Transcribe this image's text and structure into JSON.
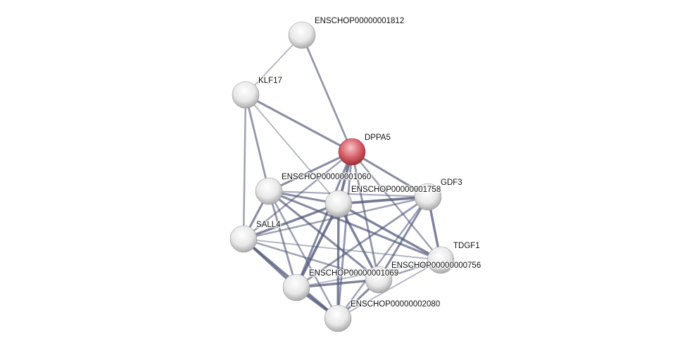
{
  "network": {
    "nodes": [
      {
        "id": "ENSCHOP00000001812",
        "label": "ENSCHOP00000001812",
        "query": false
      },
      {
        "id": "KLF17",
        "label": "KLF17",
        "query": false
      },
      {
        "id": "DPPA5",
        "label": "DPPA5",
        "query": true
      },
      {
        "id": "ENSCHOP00000001060",
        "label": "ENSCHOP00000001060",
        "query": false
      },
      {
        "id": "ENSCHOP00000001758",
        "label": "ENSCHOP00000001758",
        "query": false
      },
      {
        "id": "GDF3",
        "label": "GDF3",
        "query": false
      },
      {
        "id": "SALL4",
        "label": "SALL4",
        "query": false
      },
      {
        "id": "TDGF1",
        "label": "TDGF1",
        "query": false
      },
      {
        "id": "ENSCHOP00000000756",
        "label": "ENSCHOP00000000756",
        "query": false
      },
      {
        "id": "ENSCHOP00000001069",
        "label": "ENSCHOP00000001069",
        "query": false
      },
      {
        "id": "ENSCHOP00000002080",
        "label": "ENSCHOP00000002080",
        "query": false
      }
    ],
    "edges": [
      [
        "ENSCHOP00000001812",
        "KLF17",
        0.3
      ],
      [
        "ENSCHOP00000001812",
        "DPPA5",
        0.6
      ],
      [
        "KLF17",
        "DPPA5",
        0.7
      ],
      [
        "KLF17",
        "ENSCHOP00000001060",
        0.6
      ],
      [
        "KLF17",
        "SALL4",
        0.5
      ],
      [
        "KLF17",
        "ENSCHOP00000001758",
        0.3
      ],
      [
        "DPPA5",
        "ENSCHOP00000001060",
        0.7
      ],
      [
        "DPPA5",
        "ENSCHOP00000001758",
        0.9
      ],
      [
        "DPPA5",
        "GDF3",
        0.7
      ],
      [
        "DPPA5",
        "SALL4",
        0.5
      ],
      [
        "DPPA5",
        "TDGF1",
        0.5
      ],
      [
        "DPPA5",
        "ENSCHOP00000000756",
        0.6
      ],
      [
        "DPPA5",
        "ENSCHOP00000001069",
        0.7
      ],
      [
        "DPPA5",
        "ENSCHOP00000002080",
        0.6
      ],
      [
        "ENSCHOP00000001060",
        "ENSCHOP00000001758",
        0.7
      ],
      [
        "ENSCHOP00000001060",
        "GDF3",
        0.4
      ],
      [
        "ENSCHOP00000001060",
        "SALL4",
        0.7
      ],
      [
        "ENSCHOP00000001060",
        "TDGF1",
        0.7
      ],
      [
        "ENSCHOP00000001060",
        "ENSCHOP00000000756",
        0.7
      ],
      [
        "ENSCHOP00000001060",
        "ENSCHOP00000001069",
        0.6
      ],
      [
        "ENSCHOP00000001060",
        "ENSCHOP00000002080",
        0.5
      ],
      [
        "ENSCHOP00000001758",
        "GDF3",
        0.9
      ],
      [
        "ENSCHOP00000001758",
        "SALL4",
        0.8
      ],
      [
        "ENSCHOP00000001758",
        "TDGF1",
        0.8
      ],
      [
        "ENSCHOP00000001758",
        "ENSCHOP00000000756",
        0.8
      ],
      [
        "ENSCHOP00000001758",
        "ENSCHOP00000001069",
        0.9
      ],
      [
        "ENSCHOP00000001758",
        "ENSCHOP00000002080",
        0.8
      ],
      [
        "GDF3",
        "SALL4",
        0.5
      ],
      [
        "GDF3",
        "TDGF1",
        0.8
      ],
      [
        "GDF3",
        "ENSCHOP00000000756",
        0.7
      ],
      [
        "GDF3",
        "ENSCHOP00000001069",
        0.6
      ],
      [
        "GDF3",
        "ENSCHOP00000002080",
        0.5
      ],
      [
        "SALL4",
        "TDGF1",
        0.3
      ],
      [
        "SALL4",
        "ENSCHOP00000000756",
        0.5
      ],
      [
        "SALL4",
        "ENSCHOP00000001069",
        0.8
      ],
      [
        "SALL4",
        "ENSCHOP00000002080",
        0.8
      ],
      [
        "TDGF1",
        "ENSCHOP00000000756",
        0.5
      ],
      [
        "TDGF1",
        "ENSCHOP00000001069",
        0.3
      ],
      [
        "TDGF1",
        "ENSCHOP00000002080",
        0.3
      ],
      [
        "ENSCHOP00000000756",
        "ENSCHOP00000001069",
        0.8
      ],
      [
        "ENSCHOP00000000756",
        "ENSCHOP00000002080",
        0.7
      ],
      [
        "ENSCHOP00000001069",
        "ENSCHOP00000002080",
        0.9
      ]
    ],
    "colors": {
      "edge": "#4d5577",
      "node": "#e6e6e6",
      "query_node": "#d96a72"
    }
  }
}
